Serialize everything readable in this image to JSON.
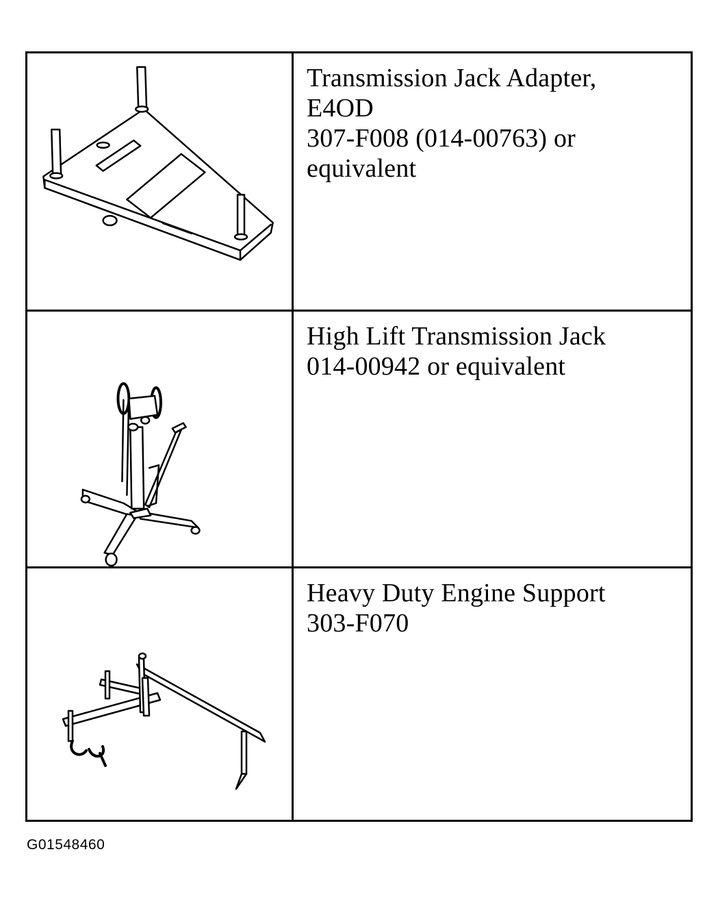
{
  "tools": [
    {
      "illustration_icon": "transmission-jack-adapter-icon",
      "lines": [
        "Transmission Jack Adapter,",
        "E4OD",
        "307-F008 (014-00763) or",
        "equivalent"
      ]
    },
    {
      "illustration_icon": "high-lift-transmission-jack-icon",
      "lines": [
        "High Lift Transmission Jack",
        "014-00942 or equivalent"
      ]
    },
    {
      "illustration_icon": "heavy-duty-engine-support-icon",
      "lines": [
        "Heavy Duty Engine Support",
        "303-F070"
      ]
    }
  ],
  "figure_id": "G01548460"
}
